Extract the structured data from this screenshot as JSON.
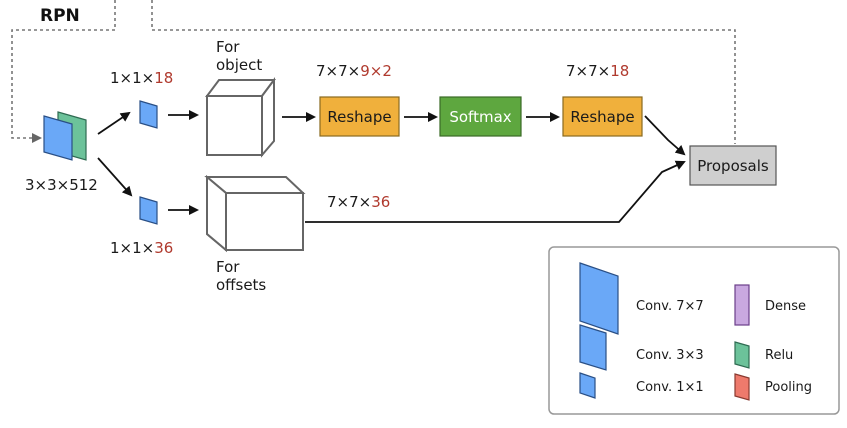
{
  "title": "RPN",
  "input_dims": "3×3×512",
  "object_branch": {
    "conv_prefix": "1×1×",
    "conv_channels": "18",
    "caption_line1": "For",
    "caption_line2": "object",
    "reshape1_prefix": "7×7×",
    "reshape1_red": "9×2",
    "reshape1_label": "Reshape",
    "softmax_label": "Softmax",
    "reshape2_prefix": "7×7×",
    "reshape2_red": "18",
    "reshape2_label": "Reshape"
  },
  "offset_branch": {
    "conv_prefix": "1×1×",
    "conv_channels": "36",
    "caption_line1": "For",
    "caption_line2": "offsets",
    "out_prefix": "7×7×",
    "out_red": "36"
  },
  "proposals_label": "Proposals",
  "legend": {
    "conv7": "Conv. 7×7",
    "conv3": "Conv. 3×3",
    "conv1": "Conv. 1×1",
    "dense": "Dense",
    "relu": "Relu",
    "pooling": "Pooling"
  },
  "colors": {
    "conv_blue": "#6aa8f7",
    "relu_green": "#6cc29a",
    "reshape_orange": "#f0b03c",
    "softmax_green": "#5ea73f",
    "proposals_gray": "#cfcfcf",
    "dense_purple": "#c9a8e0",
    "pooling_red": "#ee7a6c",
    "accent_red": "#b03a2e"
  }
}
